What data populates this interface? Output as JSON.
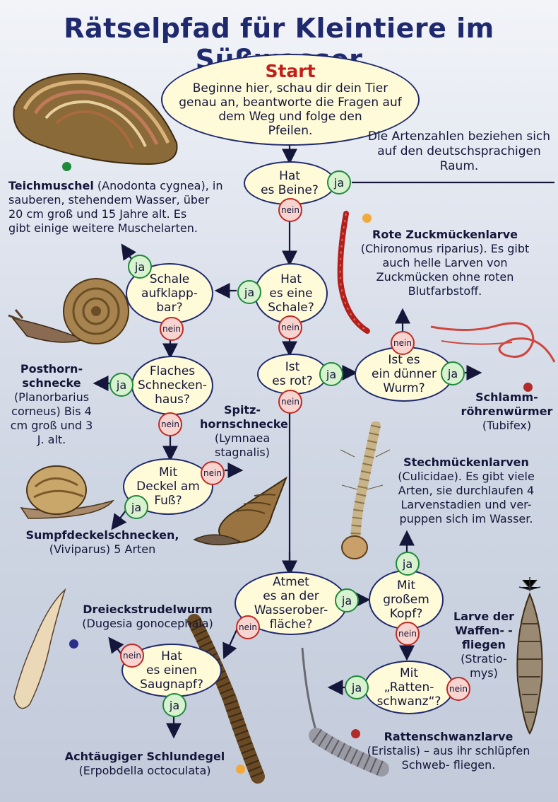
{
  "title": "Rätselpfad für Kleintiere im Süßwasser",
  "colors": {
    "navy": "#1f2a6e",
    "yes": "#1f8a3a",
    "no": "#c22a24",
    "node_fill": "#fffbd9",
    "start": "#c4201b"
  },
  "start": {
    "heading": "Start",
    "lines": [
      "Beginne hier, schau dir dein Tier",
      "genau an, beantworte die Fragen auf",
      "dem Weg und folge den",
      "Pfeilen."
    ]
  },
  "info": {
    "lines": [
      "Die Artenzahlen",
      "beziehen sich auf den",
      "deutschsprachigen Raum."
    ]
  },
  "labels": {
    "ja": "ja",
    "nein": "nein"
  },
  "questions": {
    "beine": [
      "Hat",
      "es Beine?"
    ],
    "schale": [
      "Hat",
      "es eine",
      "Schale?"
    ],
    "aufklapp": [
      "Schale",
      "aufklapp-",
      "bar?"
    ],
    "rot": [
      "Ist",
      "es rot?"
    ],
    "wurm": [
      "Ist es",
      "ein dünner",
      "Wurm?"
    ],
    "flach": [
      "Flaches",
      "Schnecken-",
      "haus?"
    ],
    "deckel": [
      "Mit",
      "Deckel am",
      "Fuß?"
    ],
    "atmet": [
      "Atmet",
      "es an der",
      "Wasserober-",
      "fläche?"
    ],
    "kopf": [
      "Mit",
      "großem",
      "Kopf?"
    ],
    "saugnapf": [
      "Hat",
      "es einen",
      "Saugnapf?"
    ],
    "ratten": [
      "Mit",
      "„Ratten-",
      "schwanz“?"
    ]
  },
  "species": {
    "teichmuschel": {
      "name": "Teichmuschel",
      "latin": "(Anodonta cygnea), in",
      "rest": [
        "sauberen, stehendem Wasser, über",
        "20 cm groß und 15 Jahre alt. Es",
        "gibt einige weitere Muschelarten."
      ],
      "dot": "#1f8a3a"
    },
    "zuckmuecke": {
      "name": "Rote Zuckmückenlarve",
      "lines": [
        "(Chironomus riparius). Es",
        "gibt auch helle Larven von",
        "Zuckmücken ohne roten",
        "Blutfarbstoff."
      ],
      "dot": "#f2a93b"
    },
    "posthorn": {
      "name": [
        "Posthorn-",
        "schnecke"
      ],
      "lines": [
        "(Planorbarius",
        "corneus)",
        "Bis 4 cm groß",
        "und 3 J. alt."
      ]
    },
    "spitzhorn": {
      "name": [
        "Spitz-",
        "hornschnecke"
      ],
      "lines": [
        "(Lymnaea",
        "stagnalis)"
      ]
    },
    "schlamm": {
      "name": [
        "Schlamm-",
        "röhrenwürmer"
      ],
      "lines": [
        "(Tubifex)"
      ],
      "dot": "#b32a2a"
    },
    "stechmuecke": {
      "name": "Stechmückenlarven",
      "lines": [
        "(Culicidae). Es gibt viele",
        "Arten, sie durchlaufen",
        "4 Larvenstadien und ver-",
        "puppen sich im Wasser."
      ]
    },
    "sumpfdeckel": {
      "name": "Sumpfdeckelschnecken,",
      "lines": [
        "(Viviparus) 5 Arten"
      ]
    },
    "strudelwurm": {
      "name": "Dreieckstrudelwurm",
      "lines": [
        "(Dugesia gonocephala)"
      ],
      "dot": "#2a2f8a"
    },
    "waffenfliege": {
      "name": [
        "Larve der",
        "Waffen-",
        "-fliegen"
      ],
      "lines": [
        "(Stratio-",
        "mys)"
      ]
    },
    "schlundegel": {
      "name": "Achtäugiger Schlundegel",
      "lines": [
        "(Erpobdella octoculata)"
      ],
      "dot": "#f2a93b"
    },
    "rattenschwanz": {
      "name": "Rattenschwanzlarve",
      "lines": [
        "(Eristalis) – aus ihr",
        "schlüpfen Schweb-",
        "fliegen."
      ],
      "dot": "#b32a2a"
    }
  }
}
